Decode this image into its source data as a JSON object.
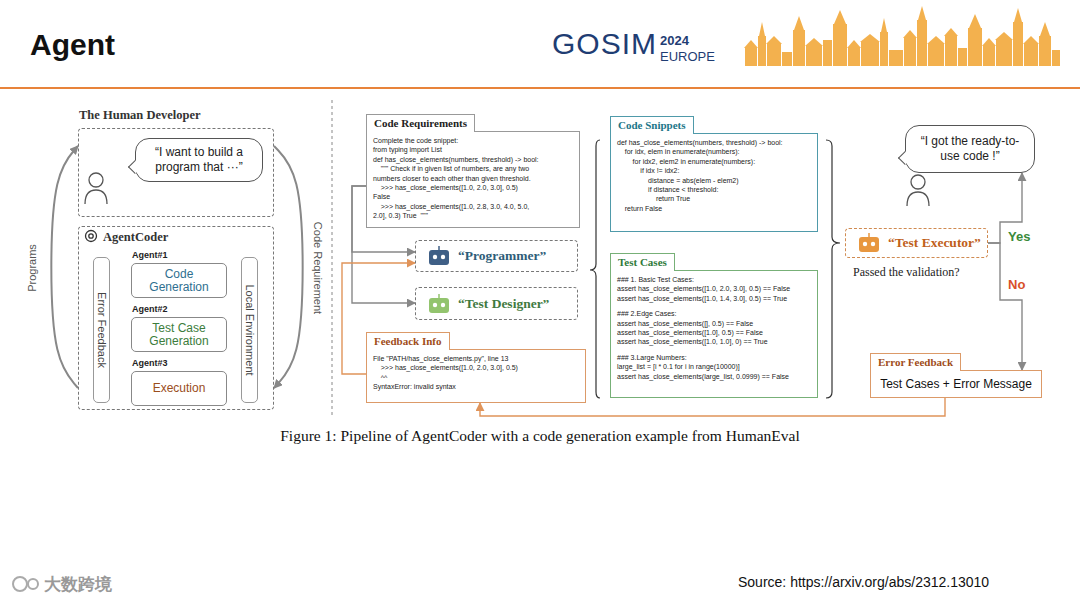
{
  "diagram": {
    "title": "Agent",
    "caption": "Figure 1: Pipeline of AgentCoder with a code generation example from HumanEval",
    "nodes": [
      {
        "text": [
          "The Human Developer"
        ]
      },
      {
        "text": [
          "“I want to build a program that ···”"
        ],
        "in": 0
      },
      {
        "text": [
          "AgentCoder"
        ]
      },
      {
        "text": [
          "Error Feedback"
        ],
        "in": 2
      },
      {
        "text": [
          "Agent#1",
          "Code Generation"
        ],
        "in": 2
      },
      {
        "text": [
          "Agent#2",
          "Test Case Generation"
        ],
        "in": 2
      },
      {
        "text": [
          "Agent#3",
          "Execution"
        ],
        "in": 2
      },
      {
        "text": [
          "Local Environment"
        ],
        "in": 2
      },
      {
        "text": [
          "Code Requirements",
          "Complete the code snippet:",
          "from typing import List",
          "def has_close_elements(numbers, threshold) -> bool:",
          "    \"\"\" Check if in given list of numbers, are any two",
          "numbers closer to each other than given threshold.",
          "    >>> has_close_elements([1.0, 2.0, 3.0], 0.5)",
          "False",
          "    >>> has_close_elements([1.0, 2.8, 3.0, 4.0, 5.0,",
          "2.0], 0.3) True  \"\"\""
        ]
      },
      {
        "text": [
          "“Programmer”"
        ]
      },
      {
        "text": [
          "“Test Designer”"
        ]
      },
      {
        "text": [
          "Feedback Info",
          "File \"PATH/has_close_elements.py\", line 13",
          "    >>> has_close_elements([1.0, 2.0, 3.0], 0.5)",
          "    ^^",
          "SyntaxError: invalid syntax"
        ]
      },
      {
        "text": [
          "Code Snippets",
          "def has_close_elements(numbers, threshold) -> bool:",
          "    for idx, elem in enumerate(numbers):",
          "        for idx2, elem2 in enumerate(numbers):",
          "            if idx != idx2:",
          "                distance = abs(elem - elem2)",
          "                if distance < threshold:",
          "                    return True",
          "    return False"
        ]
      },
      {
        "text": [
          "Test Cases",
          "### 1. Basic Test Cases:",
          "assert has_close_elements([1.0, 2.0, 3.0], 0.5) == False",
          "assert has_close_elements([1.0, 1.4, 3.0], 0.5) == True",
          "### 2.Edge Cases:",
          "assert has_close_elements([], 0.5) == False",
          "assert has_close_elements([1.0], 0.5) == False",
          "assert has_close_elements([1.0, 1.0], 0) == True",
          "### 3.Large Numbers:",
          "large_list = [i * 0.1 for i in range(10000)]",
          "assert has_close_elements(large_list, 0.0999) == False"
        ]
      },
      {
        "text": [
          "“I got the ready-to-use code !”"
        ]
      },
      {
        "text": [
          "“Test Executor”"
        ]
      },
      {
        "text": [
          "Error Feedback",
          "Test Cases + Error Message"
        ]
      }
    ],
    "edges": [
      {
        "from": 0,
        "to": 2,
        "arrow": "to",
        "label": "Code Requirement"
      },
      {
        "from": 2,
        "to": 0,
        "arrow": "to",
        "label": "Programs"
      },
      {
        "from": 8,
        "to": 9,
        "arrow": "to"
      },
      {
        "from": 8,
        "to": 10,
        "arrow": "to"
      },
      {
        "from": 11,
        "to": 9,
        "arrow": "to"
      },
      {
        "from": 15,
        "to": 14,
        "arrow": "to",
        "label": "Yes"
      },
      {
        "from": 15,
        "to": 16,
        "arrow": "to",
        "label": "No"
      },
      {
        "from": 16,
        "to": 11,
        "arrow": "to"
      }
    ],
    "labels": [
      "GOSIM",
      "2024",
      "EUROPE",
      "Passed the validation?",
      "Source: https://arxiv.org/abs/2312.13010",
      "大数跨境"
    ]
  }
}
